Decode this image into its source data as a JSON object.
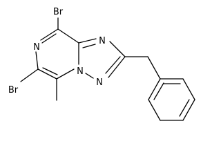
{
  "molecule": {
    "labels": {
      "br_top": "Br",
      "br_left": "Br",
      "n_pyrazine": "N",
      "n_triazole_top": "N",
      "n_bridge": "N",
      "n_triazole_bottom": "N"
    },
    "colors": {
      "stroke": "#000000",
      "background": "#ffffff"
    }
  }
}
